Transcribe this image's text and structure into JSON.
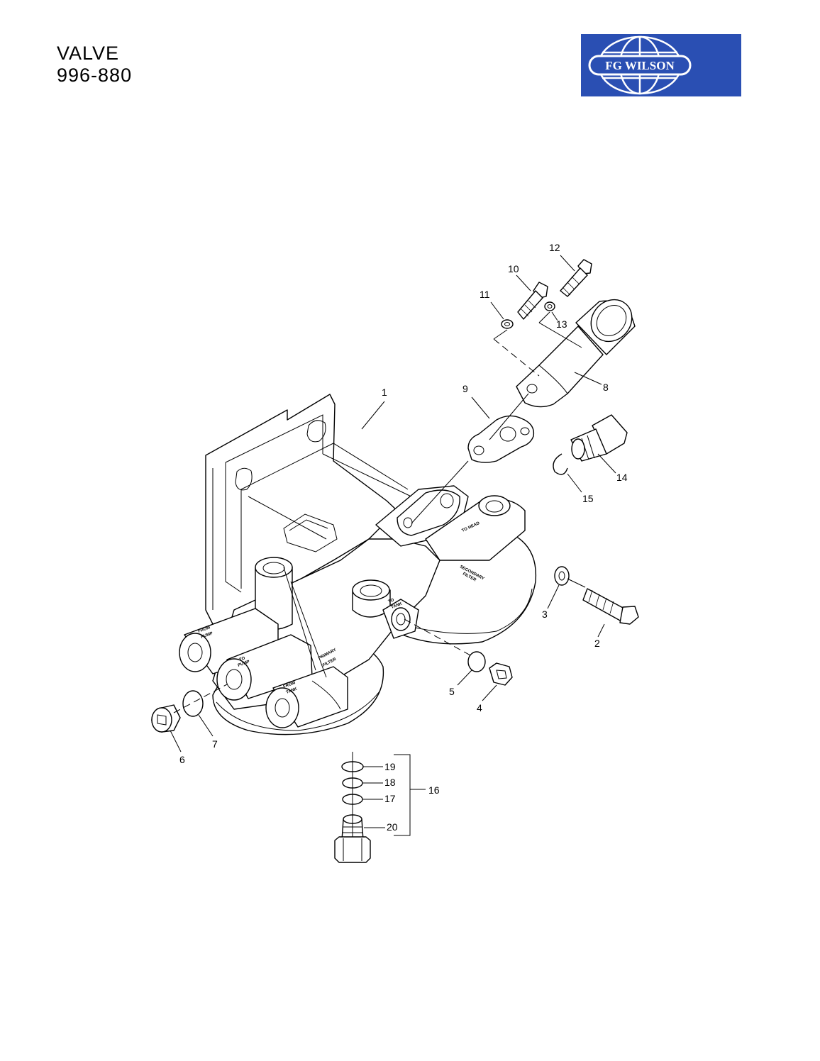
{
  "header": {
    "title": "VALVE",
    "part_number": "996-880"
  },
  "logo": {
    "text": "FG WILSON",
    "bg_color": "#2a4fb3",
    "fg_color": "#ffffff"
  },
  "callouts": {
    "c1": "1",
    "c2": "2",
    "c3": "3",
    "c4": "4",
    "c5": "5",
    "c6": "6",
    "c7": "7",
    "c8": "8",
    "c9": "9",
    "c10": "10",
    "c11": "11",
    "c12": "12",
    "c13": "13",
    "c14": "14",
    "c15": "15",
    "c16": "16",
    "c17": "17",
    "c18": "18",
    "c19": "19",
    "c20": "20"
  },
  "castings": {
    "secondary_filter": [
      "SECONDARY",
      "FILTER"
    ],
    "primary_filter": [
      "PRIMARY",
      "FILTER"
    ],
    "to_head": "TO HEAD",
    "from_pump": [
      "FROM",
      "PUMP"
    ],
    "to_pump": [
      "TO",
      "PUMP"
    ],
    "from_tank": [
      "FROM",
      "TANK"
    ],
    "to_tank": [
      "TO",
      "TANK"
    ]
  }
}
